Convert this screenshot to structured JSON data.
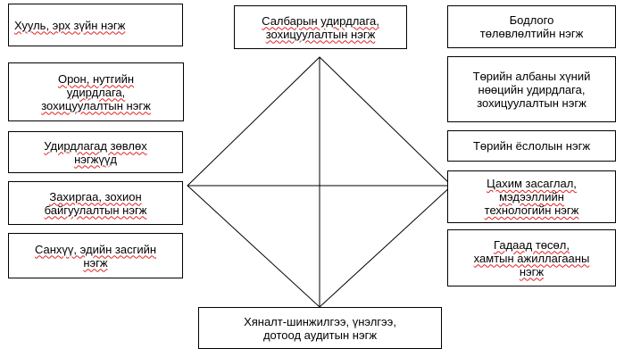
{
  "boxes": {
    "left_1": "Хууль, эрх зүйн нэгж",
    "left_2": "Орон, нутгийн\nудирдлага,\nзохицуулалтын нэгж",
    "left_3": "Удирдлагад зөвлөх\nнэгжүүд",
    "left_4": "Захиргаа, зохион\nбайгуулалтын нэгж",
    "left_5": "Санхүү, эдийн засгийн\nнэгж",
    "top": "Салбарын удирдлага,\nзохицуулалтын нэгж",
    "bottom": "Хяналт-шинжилгээ, үнэлгээ,\nдотоод аудитын нэгж",
    "right_1": "Бодлого\nтөлөвлөлтийн нэгж",
    "right_2": "Төрийн албаны хүний\nнөөцийн удирдлага,\nзохицуулалтын нэгж",
    "right_3": "Төрийн ёслолын нэгж",
    "right_4": "Цахим засаглал,\nмэдээллийн\nтехнологийн нэгж",
    "right_5": "Гадаад төсөл,\nхамтын ажиллагааны\nнэгж"
  },
  "colors": {
    "line": "#000000",
    "spellcheck_underline": "#e02020"
  }
}
